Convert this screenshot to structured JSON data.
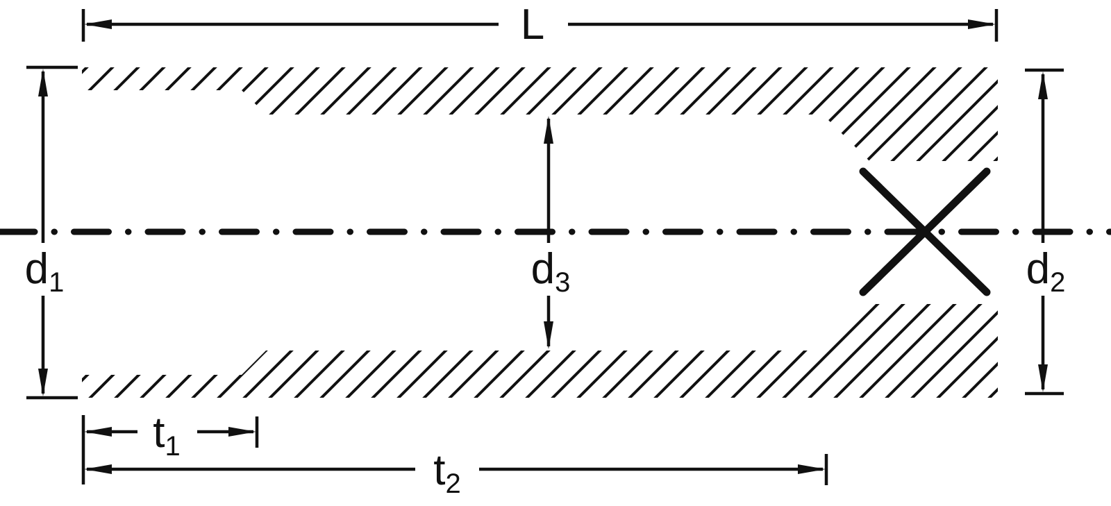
{
  "diagram": {
    "description": "technical-dimension-drawing-socket-cross-section",
    "stroke_color": "#111111",
    "background": "#ffffff",
    "labels": {
      "L": {
        "base": "L",
        "sub": ""
      },
      "d1": {
        "base": "d",
        "sub": "1"
      },
      "d2": {
        "base": "d",
        "sub": "2"
      },
      "d3": {
        "base": "d",
        "sub": "3"
      },
      "t1": {
        "base": "t",
        "sub": "1"
      },
      "t2": {
        "base": "t",
        "sub": "2"
      }
    }
  }
}
